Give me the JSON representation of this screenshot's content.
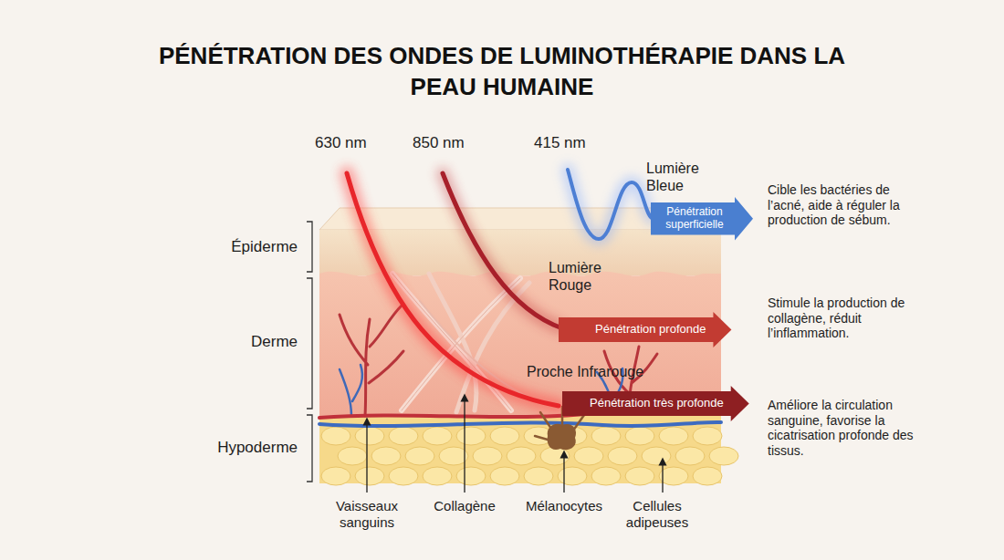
{
  "diagram": {
    "title": "PÉNÉTRATION DES ONDES DE LUMINOTHÉRAPIE DANS LA PEAU HUMAINE",
    "nodes": [
      {
        "text": [
          "Pénétration superficielle"
        ]
      },
      {
        "text": [
          "Pénétration profonde"
        ]
      },
      {
        "text": [
          "Pénétration très profonde"
        ]
      }
    ],
    "labels": [
      "630 nm",
      "850 nm",
      "415 nm",
      "Lumière Bleue",
      "Cible les bactéries de l’acné, aide à réguler la production de sébum.",
      "Lumière Rouge",
      "Stimule la production de collagène, réduit l’inflammation.",
      "Proche Infrarouge",
      "Améliore la circulation sanguine, favorise la cicatrisation profonde des tissus.",
      "Épiderme",
      "Derme",
      "Hypoderme",
      "Vaisseaux sanguins",
      "Collagène",
      "Mélanocytes",
      "Cellules adipeuses"
    ]
  }
}
